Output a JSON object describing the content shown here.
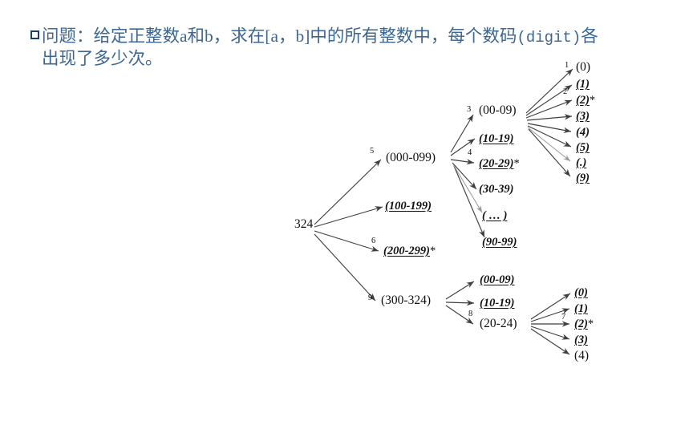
{
  "slide": {
    "background": "#ffffff",
    "title_color": "#3d6792",
    "bullet_color": "#17406e",
    "line_color": "#3f3f3f"
  },
  "title": {
    "bullet_icon": "hollow-square-bullet",
    "line1_part1": "问题：给定正整数a和b，求在[a，b]中的所有整数中，每个数码",
    "line1_mono": "(digit)",
    "line1_part2": "各",
    "line2": "出现了多少次。"
  },
  "tree": {
    "root": {
      "label": "324"
    },
    "level1": [
      {
        "label": "(000-099)",
        "underlined": false,
        "star": false,
        "edge_label": "5"
      },
      {
        "label": "(100-199)",
        "underlined": true,
        "star": false,
        "edge_label": ""
      },
      {
        "label": "(200-299)",
        "underlined": true,
        "star": true,
        "edge_label": "6"
      },
      {
        "label": "(300-324)",
        "underlined": false,
        "star": false,
        "edge_label": "9"
      }
    ],
    "level2_top": [
      {
        "label": "(00-09)",
        "underlined": false,
        "star": false,
        "edge_label": "3"
      },
      {
        "label": "(10-19)",
        "underlined": true,
        "star": false,
        "edge_label": ""
      },
      {
        "label": "(20-29)",
        "underlined": true,
        "star": true,
        "edge_label": "4"
      },
      {
        "label": "(30-39)",
        "underlined": false,
        "star": false,
        "edge_label": ""
      },
      {
        "label": "( … )",
        "underlined": true,
        "star": false,
        "edge_label": ""
      },
      {
        "label": "(90-99)",
        "underlined": true,
        "star": false,
        "edge_label": ""
      }
    ],
    "level3_top": [
      {
        "label": "(0)",
        "underlined": false,
        "star": false,
        "edge_label": "1"
      },
      {
        "label": "(1)",
        "underlined": true,
        "star": false,
        "edge_label": ""
      },
      {
        "label": "(2)",
        "underlined": true,
        "star": true,
        "edge_label": "2"
      },
      {
        "label": "(3)",
        "underlined": true,
        "star": false,
        "edge_label": ""
      },
      {
        "label": "(4)",
        "underlined": false,
        "star": false,
        "edge_label": ""
      },
      {
        "label": "(5)",
        "underlined": true,
        "star": false,
        "edge_label": ""
      },
      {
        "label": "(.)",
        "underlined": true,
        "star": false,
        "edge_label": ""
      },
      {
        "label": "(9)",
        "underlined": true,
        "star": false,
        "edge_label": ""
      }
    ],
    "level2_bottom": [
      {
        "label": "(00-09)",
        "underlined": true,
        "star": false,
        "edge_label": ""
      },
      {
        "label": "(10-19)",
        "underlined": true,
        "star": false,
        "edge_label": ""
      },
      {
        "label": "(20-24)",
        "underlined": false,
        "star": false,
        "edge_label": "8"
      }
    ],
    "level3_bottom": [
      {
        "label": "(0)",
        "underlined": true,
        "star": false,
        "edge_label": ""
      },
      {
        "label": "(1)",
        "underlined": true,
        "star": false,
        "edge_label": ""
      },
      {
        "label": "(2)",
        "underlined": true,
        "star": true,
        "edge_label": "7"
      },
      {
        "label": "(3)",
        "underlined": true,
        "star": false,
        "edge_label": ""
      },
      {
        "label": "(4)",
        "underlined": false,
        "star": false,
        "edge_label": ""
      }
    ]
  }
}
